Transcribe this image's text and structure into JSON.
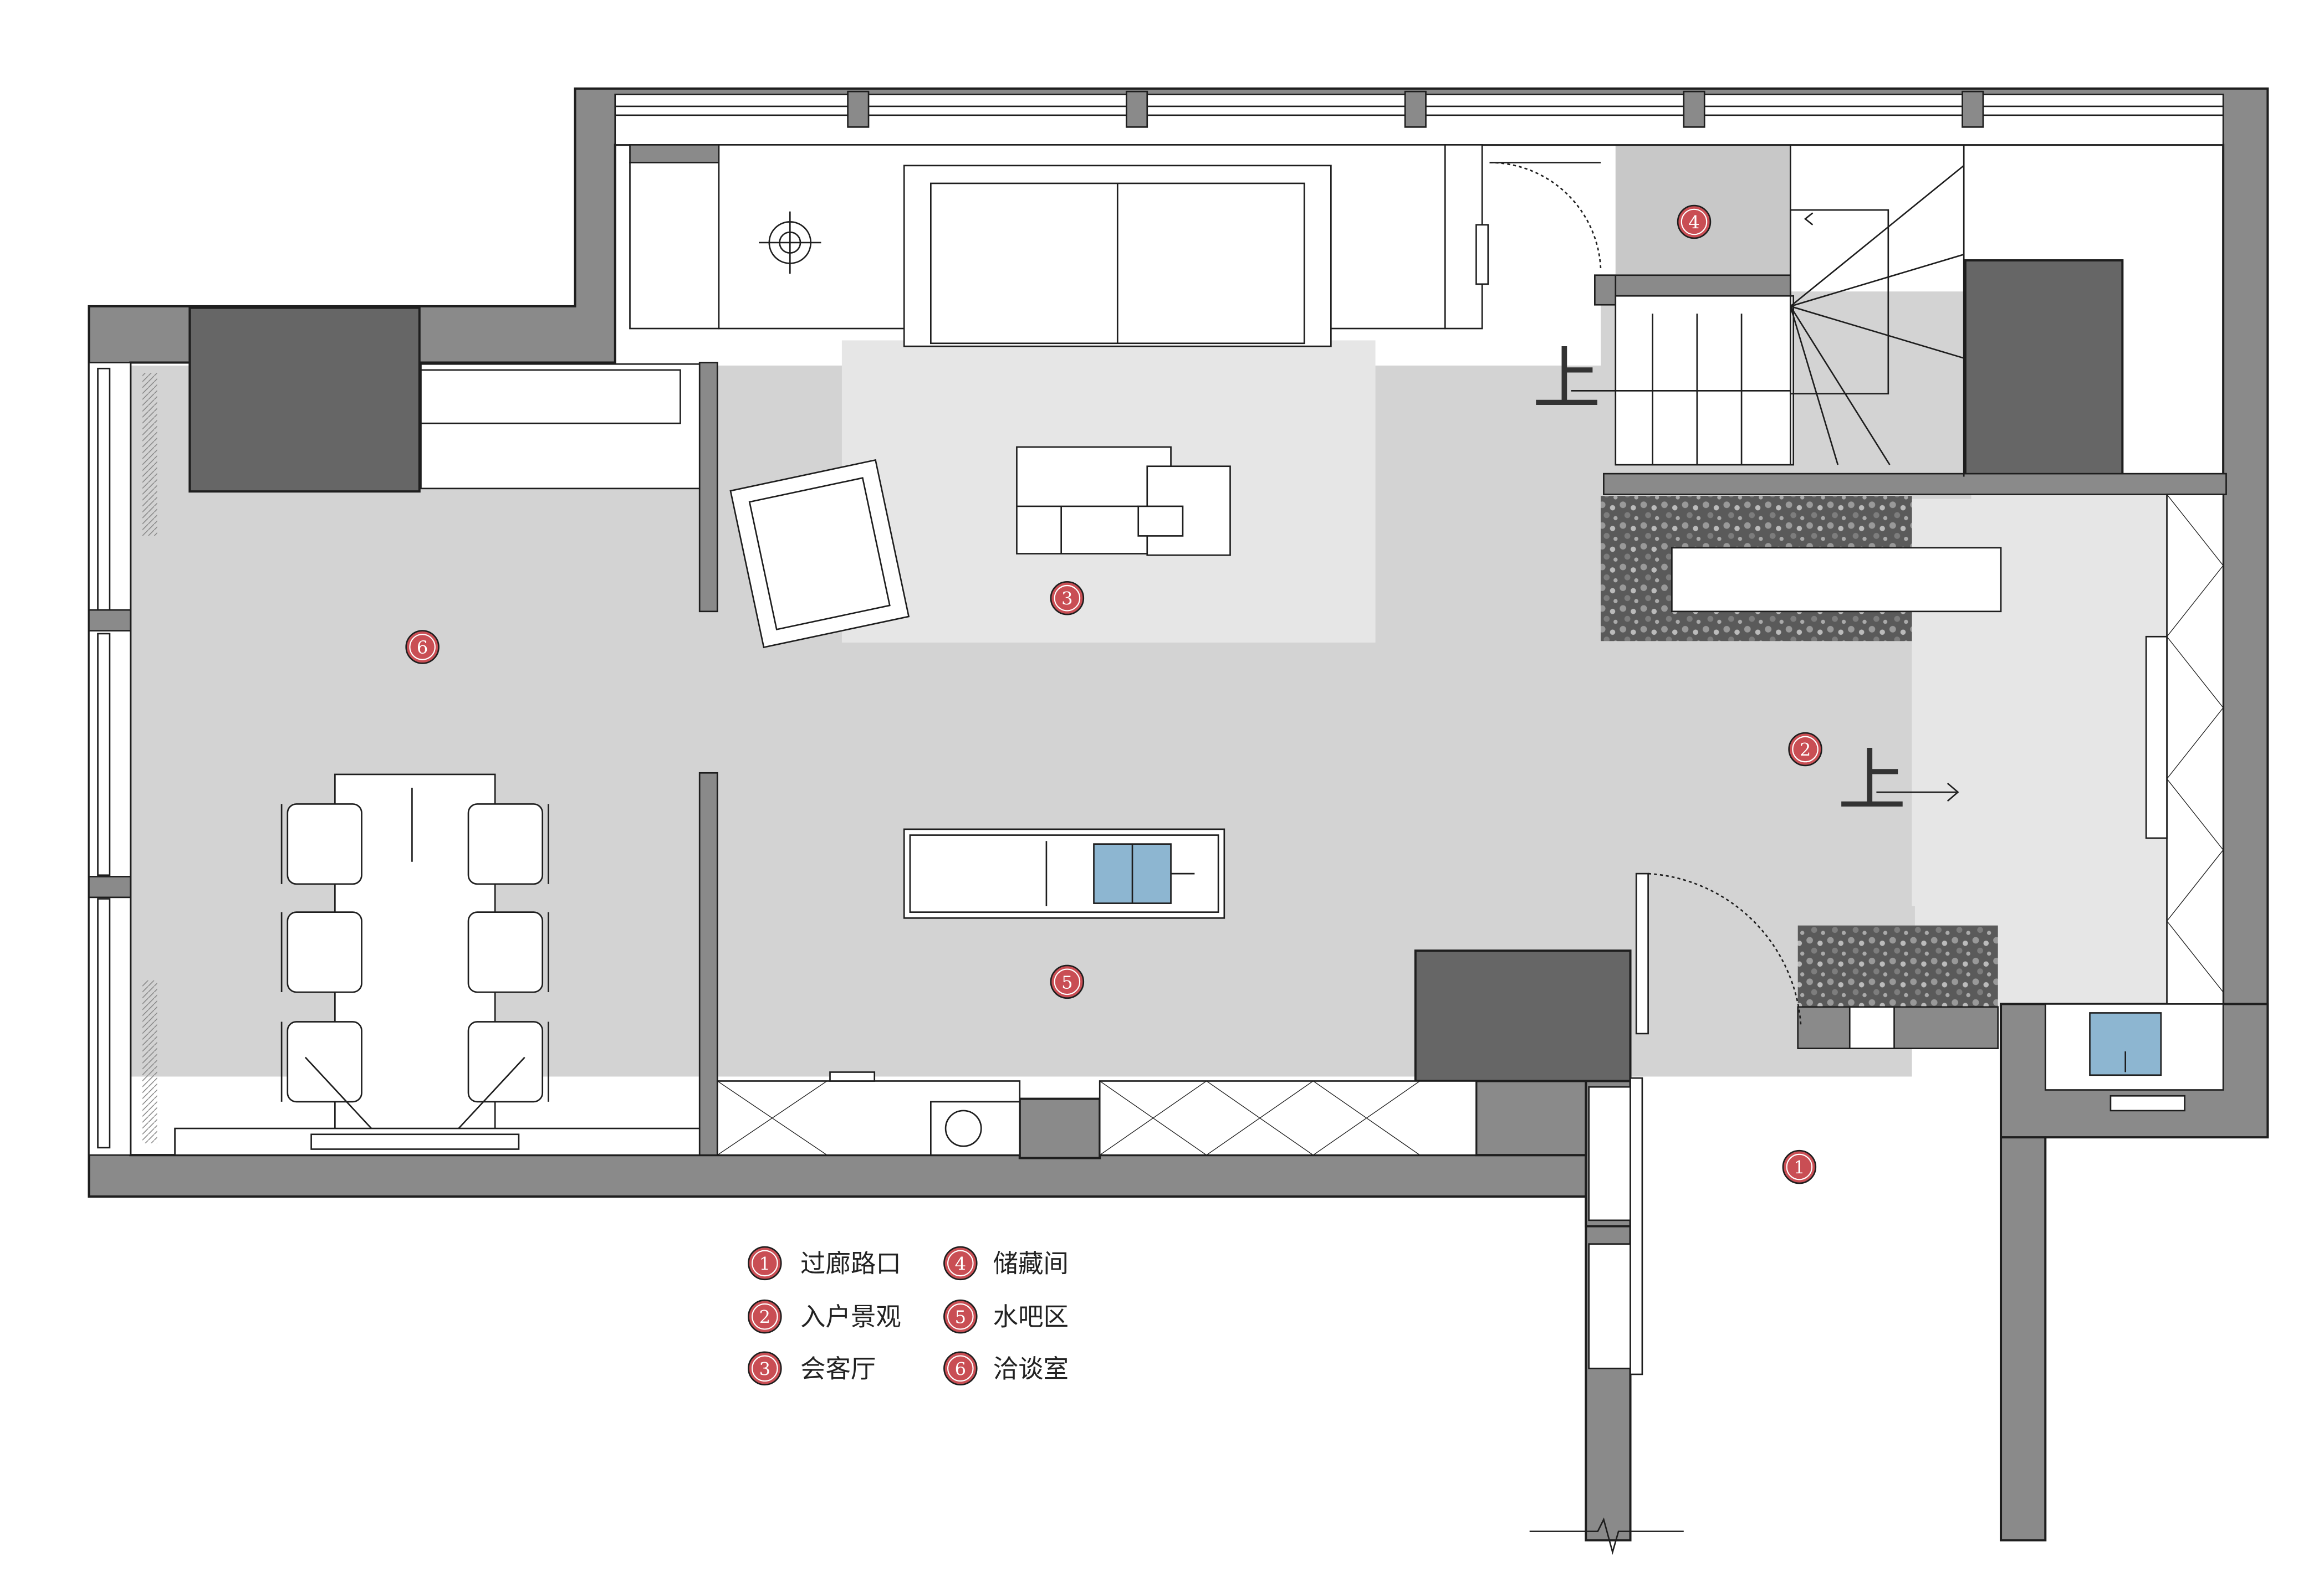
{
  "plan": {
    "colors": {
      "floor": "#d3d3d3",
      "floor_light": "#e6e6e6",
      "wall": "#8a8a8a",
      "column": "#666666",
      "marker": "#c94e54",
      "water": "#8db6d1",
      "gravel": "#555555",
      "line": "#1e1e1e"
    },
    "stair_labels": [
      "上",
      "上"
    ],
    "markers": [
      {
        "id": "1",
        "zone": "corridor"
      },
      {
        "id": "2",
        "zone": "entrance"
      },
      {
        "id": "3",
        "zone": "reception"
      },
      {
        "id": "4",
        "zone": "storage"
      },
      {
        "id": "5",
        "zone": "water-bar"
      },
      {
        "id": "6",
        "zone": "meeting"
      }
    ]
  },
  "legend": [
    {
      "num": "1",
      "label": "过廊路口"
    },
    {
      "num": "2",
      "label": "入户景观"
    },
    {
      "num": "3",
      "label": "会客厅"
    },
    {
      "num": "4",
      "label": "储藏间"
    },
    {
      "num": "5",
      "label": "水吧区"
    },
    {
      "num": "6",
      "label": "洽谈室"
    }
  ]
}
